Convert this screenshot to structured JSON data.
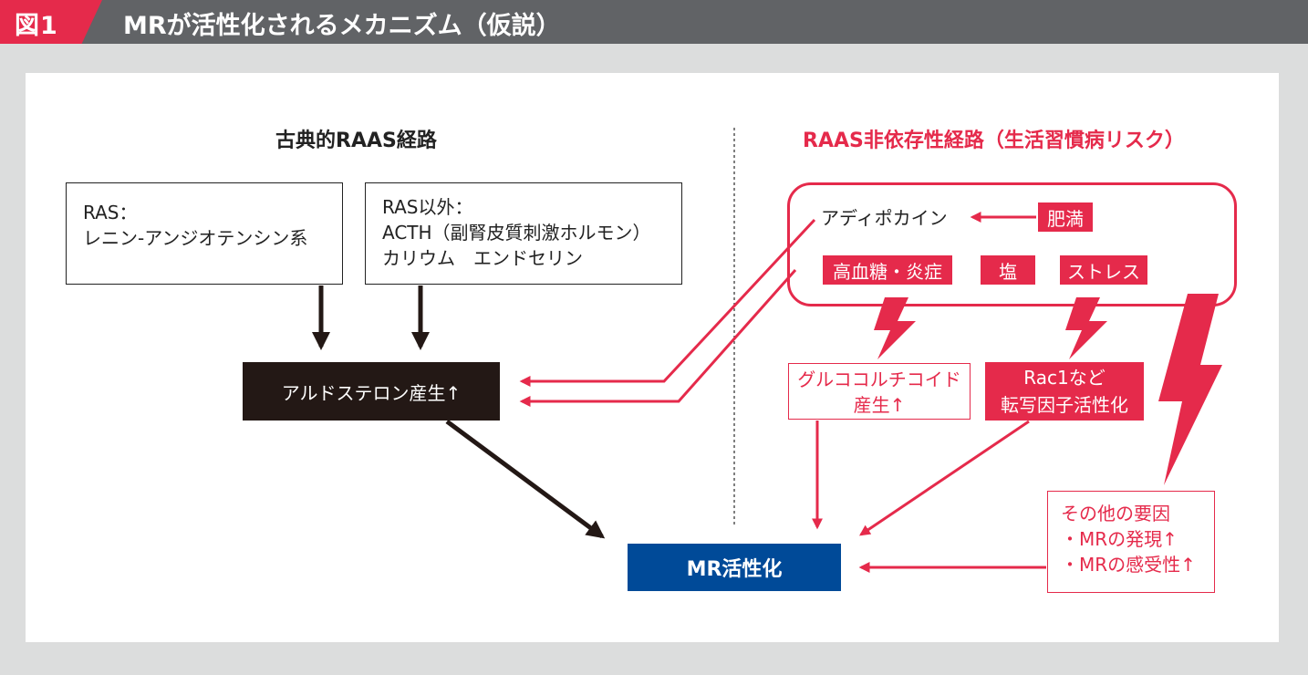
{
  "header": {
    "badge": "図1",
    "title": "MRが活性化されるメカニズム（仮説）"
  },
  "left": {
    "heading": "古典的RAAS経路",
    "box1": [
      "RAS：",
      "レニン-アンジオテンシン系"
    ],
    "box2": [
      "RAS以外：",
      "ACTH（副腎皮質刺激ホルモン）",
      "カリウム　エンドセリン"
    ],
    "aldosterone": "アルドステロン産生↑"
  },
  "right": {
    "heading": "RAAS非依存性経路（生活習慣病リスク）",
    "adipokine": "アディポカイン",
    "obesity": "肥満",
    "hyperglycemia": "高血糖・炎症",
    "salt": "塩",
    "stress": "ストレス",
    "glucocorticoid": [
      "グルココルチコイド",
      "産生↑"
    ],
    "rac1": [
      "Rac1など",
      "転写因子活性化"
    ],
    "other": [
      "その他の要因",
      "・MRの発現↑",
      "・MRの感受性↑"
    ]
  },
  "result": "MR活性化",
  "colors": {
    "accent": "#e52a4b",
    "blue": "#004a98",
    "dark": "#231815",
    "header": "#616366"
  }
}
